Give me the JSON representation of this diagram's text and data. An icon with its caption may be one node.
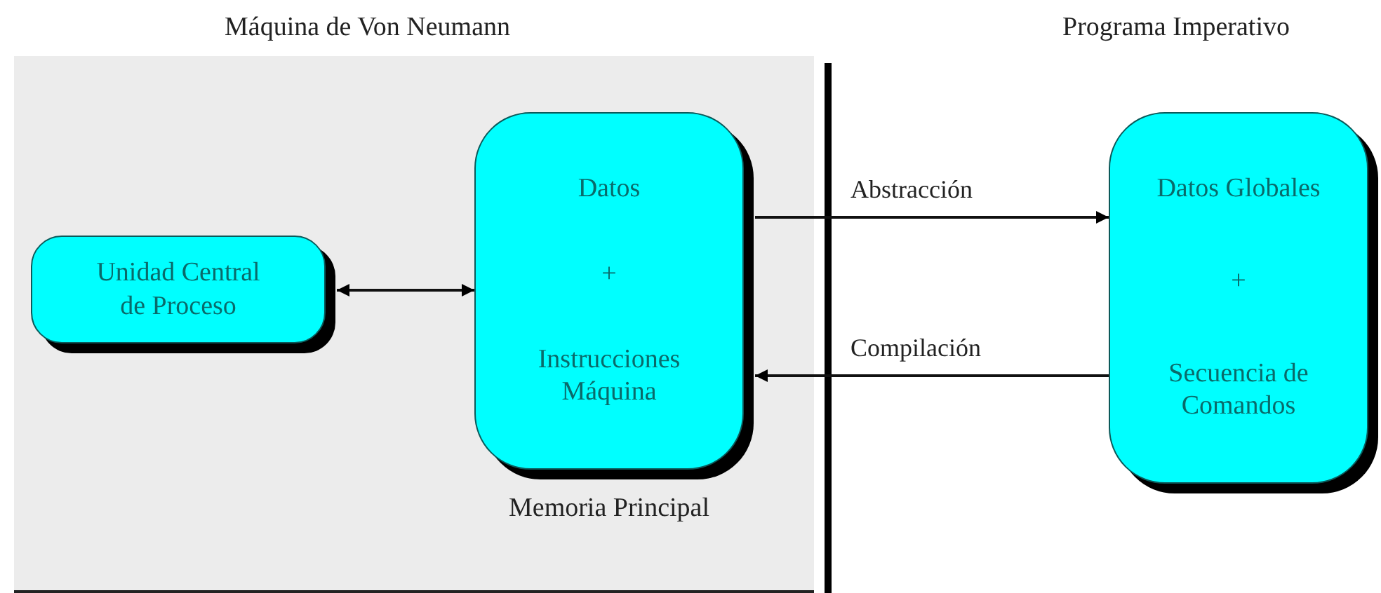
{
  "diagram": {
    "nodes": [
      {
        "text": [
          "Máquina de Von Neumann"
        ]
      },
      {
        "text": [
          "Unidad Central de Proceso"
        ],
        "in": 0
      },
      {
        "text": [
          "Datos",
          "+",
          "Instrucciones Máquina"
        ],
        "beside": [
          "Memoria Principal"
        ],
        "in": 0
      },
      {
        "text": [
          "Datos Globales",
          "+",
          "Secuencia de Comandos"
        ]
      }
    ],
    "edges": [
      {
        "from": 1,
        "to": 2,
        "arrow": "both"
      },
      {
        "from": 2,
        "to": 3,
        "arrow": "to",
        "label": "Abstracción"
      },
      {
        "from": 3,
        "to": 2,
        "arrow": "to",
        "label": "Compilación"
      }
    ],
    "labels": [
      "Programa Imperativo"
    ]
  }
}
